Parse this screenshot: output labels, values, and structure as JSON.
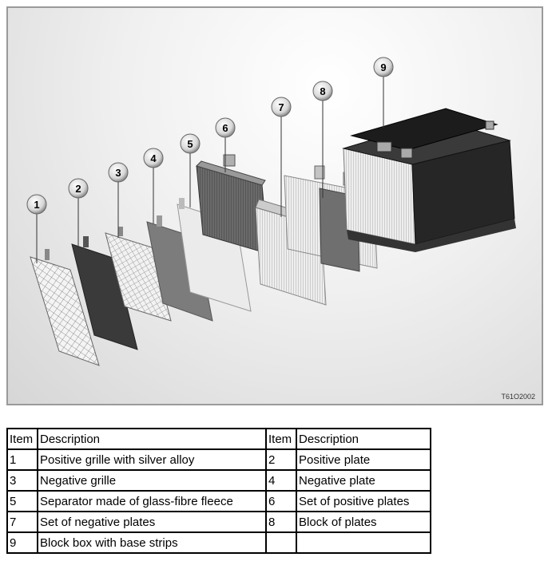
{
  "figure": {
    "reference_code": "T61O2002",
    "callouts": [
      "1",
      "2",
      "3",
      "4",
      "5",
      "6",
      "7",
      "8",
      "9"
    ]
  },
  "legend": {
    "header": {
      "item": "Item",
      "description": "Description"
    },
    "rows": [
      {
        "left_item": "1",
        "left_desc": "Positive grille with silver alloy",
        "right_item": "2",
        "right_desc": "Positive plate"
      },
      {
        "left_item": "3",
        "left_desc": "Negative grille",
        "right_item": "4",
        "right_desc": "Negative plate"
      },
      {
        "left_item": "5",
        "left_desc": "Separator made of glass-fibre fleece",
        "right_item": "6",
        "right_desc": "Set of positive plates"
      },
      {
        "left_item": "7",
        "left_desc": "Set of negative plates",
        "right_item": "8",
        "right_desc": "Block of plates"
      },
      {
        "left_item": "9",
        "left_desc": "Block box with base strips",
        "right_item": "",
        "right_desc": ""
      }
    ]
  }
}
